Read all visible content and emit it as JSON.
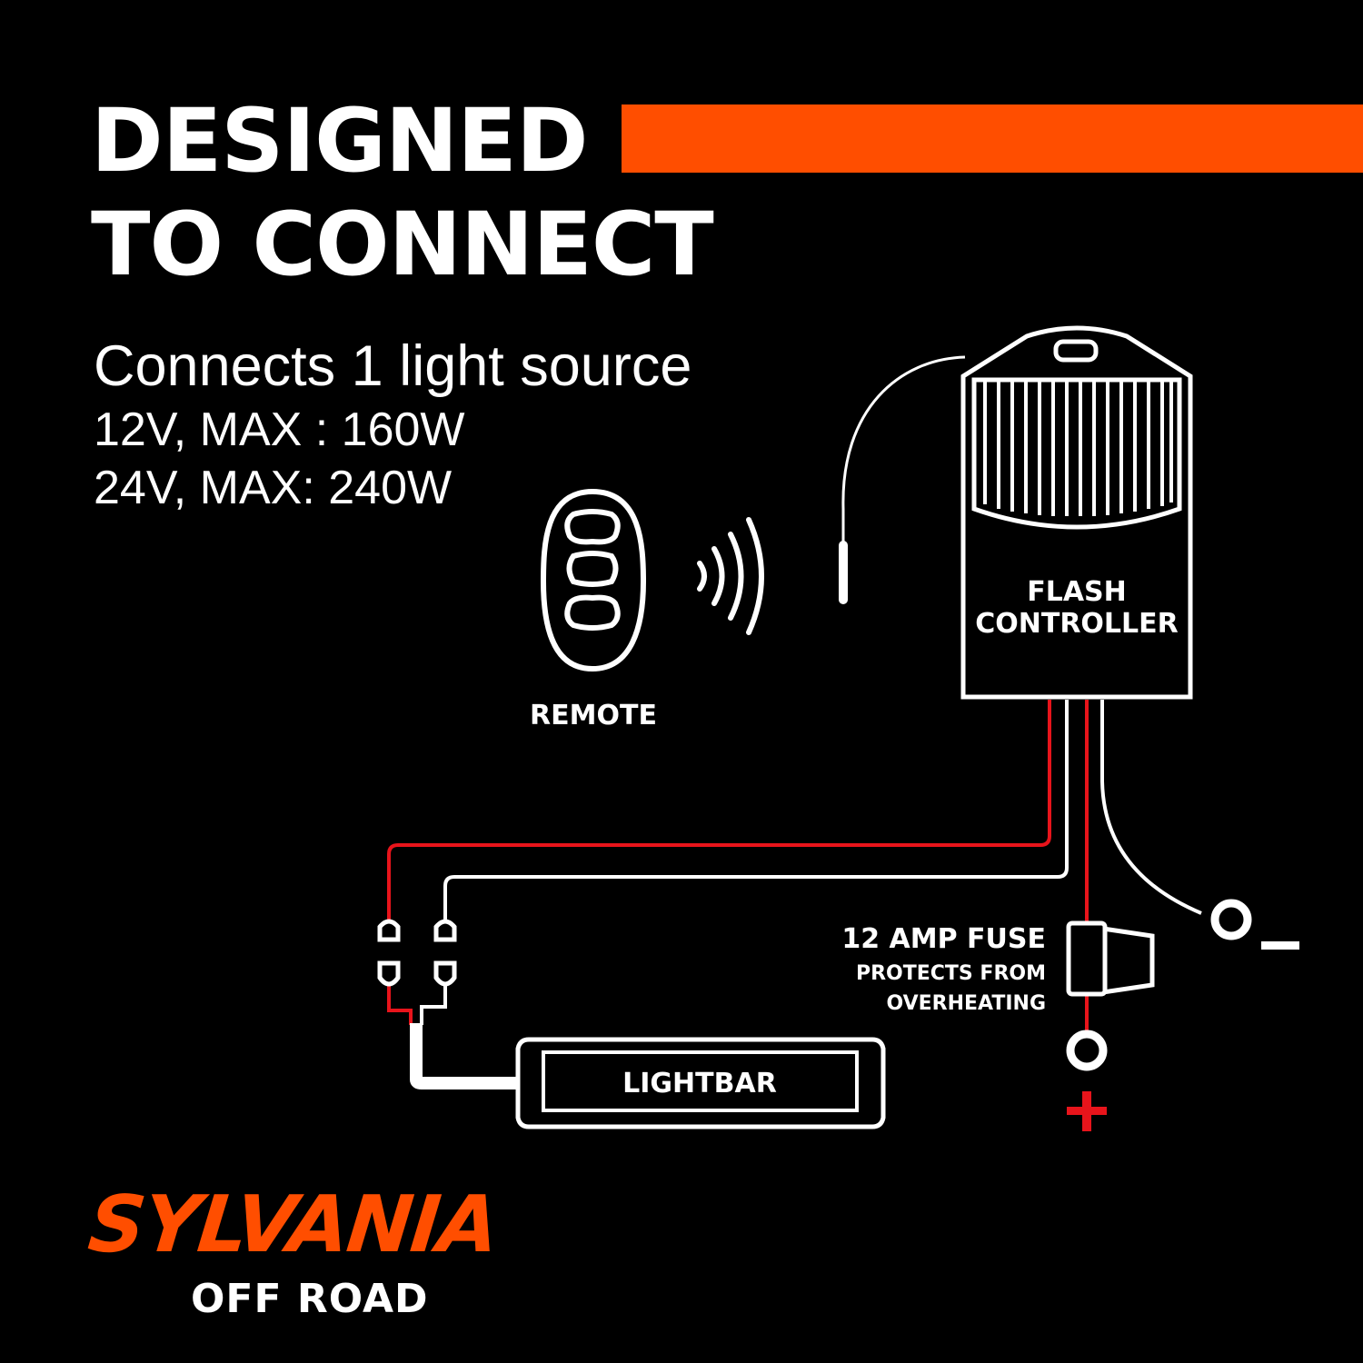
{
  "header": {
    "line1": "DESIGNED",
    "line2": "TO CONNECT",
    "accent_color": "#ff4e00"
  },
  "specs": {
    "title": "Connects 1 light source",
    "line_12v": "12V, MAX : 160W",
    "line_24v": "24V, MAX: 240W"
  },
  "diagram": {
    "remote_label": "REMOTE",
    "controller_label_1": "FLASH",
    "controller_label_2": "CONTROLLER",
    "fuse_label": "12 AMP FUSE",
    "fuse_note_1": "PROTECTS FROM",
    "fuse_note_2": "OVERHEATING",
    "lightbar_label": "LIGHTBAR",
    "negative_symbol": "—",
    "positive_symbol": "+",
    "wire_positive_color": "#e8141b",
    "wire_neutral_color": "#ffffff"
  },
  "brand": {
    "name": "SYLVANIA",
    "subline": "OFF ROAD",
    "color": "#ff4e00"
  }
}
